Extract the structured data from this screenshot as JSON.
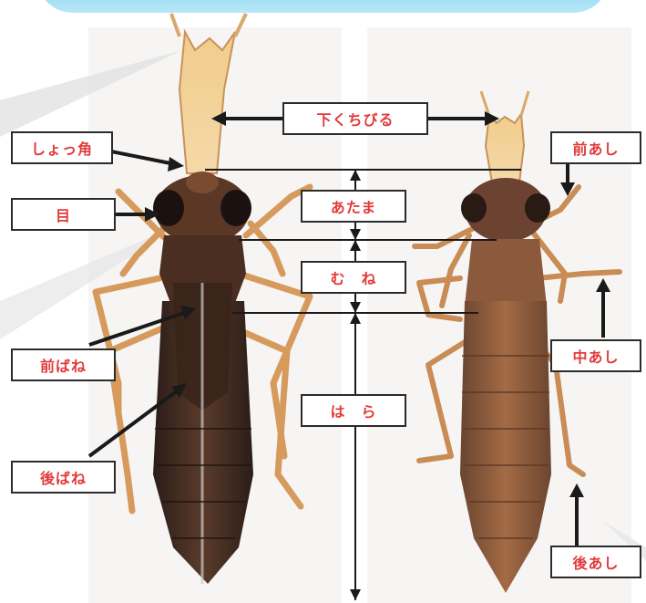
{
  "labels": {
    "lower_lip": "下くちびる",
    "antenna": "しょっ角",
    "eye": "目",
    "head": "あたま",
    "thorax": "む　ね",
    "abdomen": "は　ら",
    "forewing": "前ばね",
    "hindwing": "後ばね",
    "foreleg": "前あし",
    "midleg": "中あし",
    "hindleg": "後あし"
  },
  "colors": {
    "label_text": "#e23b3b",
    "line": "#1a1a1a",
    "nymph_dark": "#4a2e22",
    "nymph_light": "#8b5a3c",
    "lip": "#e8c489",
    "leg": "#d69a5c"
  }
}
